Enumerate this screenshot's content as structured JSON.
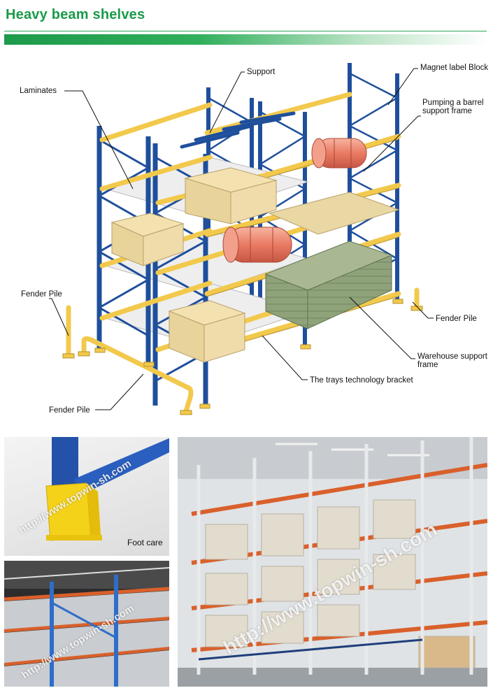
{
  "header": {
    "title": "Heavy beam shelves"
  },
  "diagram": {
    "labels": {
      "laminates": "Laminates",
      "support": "Support",
      "magnet_label_block": "Magnet label Block",
      "pumping_barrel": "Pumping a barrel support frame",
      "fender_pile_left": "Fender Pile",
      "fender_pile_right": "Fender Pile",
      "fender_pile_bottom": "Fender Pile",
      "warehouse_support_frame": "Warehouse support frame",
      "trays_bracket": "The trays technology bracket"
    }
  },
  "photos": {
    "foot_care": {
      "caption": "Foot care",
      "watermark": "http://www.topwin-sh.com"
    },
    "shelf_closeup": {
      "watermark": "http://www.topwin-sh.com"
    },
    "warehouse": {
      "watermark": "http://www.topwin-sh.com"
    }
  },
  "colors": {
    "title_green": "#1a9a4a",
    "upright_blue": "#1f4f9c",
    "beam_yellow": "#f2c94c",
    "photo_orange": "#d9602b"
  }
}
